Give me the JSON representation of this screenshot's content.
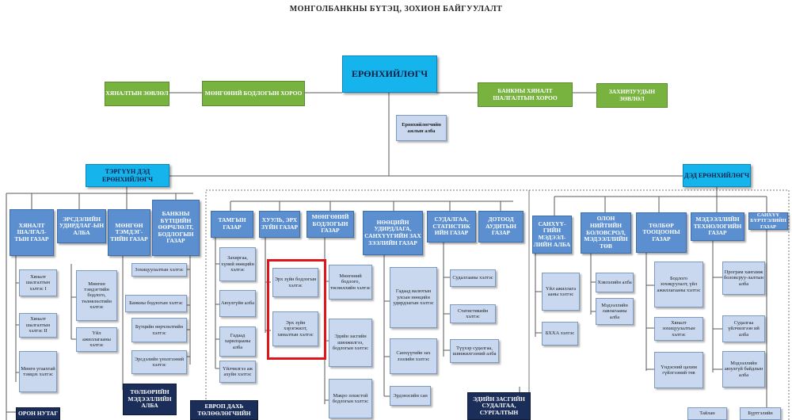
{
  "title": "МОНГОЛБАНКНЫ БҮТЭЦ, ЗОХИОН БАЙГУУЛАЛТ",
  "top": {
    "governor": "ЕРӨНХИЙЛӨГЧ",
    "governor_office": "Ерөнхийлөгчийн ажлын алба",
    "deputy_first": "ТЭРГҮҮН ДЭД ЕРӨНХИЙЛӨГЧ",
    "deputy": "ДЭД ЕРӨНХИЙЛӨГЧ"
  },
  "councils": {
    "audit": "ХЯНАЛТЫН ЗӨВЛӨЛ",
    "monetary": "МӨНГӨНИЙ БОДЛОГЫН ХОРОО",
    "supervision": "БАНКНЫ ХЯНАЛТ ШАЛГАЛТЫН ХОРОО",
    "management": "ЗАХИРЛУУДЫН ЗӨВЛӨЛ"
  },
  "left": {
    "d1": {
      "head": "ХЯНАЛТ ШАЛГАЛ-ТЫН ГАЗАР",
      "subs": [
        "Хяналт шалгалтын хэлтэс I",
        "Хяналт шалгалтын хэлтэс II",
        "Мөнгө угаахтай тэмцэх хэлтэс"
      ]
    },
    "d2": {
      "head": "ЭРСДЭЛИЙН УДИРДЛАГ-ЫН АЛБА"
    },
    "d3": {
      "head": "МӨНГӨН ТЭМДЭГ-ТИЙН ГАЗАР",
      "subs": [
        "Мөнгөн тэмдэгтийн бодлого, төлөвлөлтийн хэлтэс",
        "Үйл ажиллагааны хэлтэс"
      ]
    },
    "d4": {
      "head": "БАНКНЫ БҮТЦИЙН ӨӨРЧЛӨЛТ, БОДЛОГЫН ГАЗАР",
      "subs": [
        "Зохицуулалтын хэлтэс",
        "Банкны бодлогын хэлтэс",
        "Бүтцийн өөрчлөлтийн хэлтэс",
        "Эрсдэлийн үнэлгээний хэлтэс"
      ]
    },
    "d5": {
      "head": "ТӨЛБӨРИЙН МЭДЭЭЛЛИЙН АЛБА"
    },
    "d6": {
      "head": "ОРОН НУТАГ"
    }
  },
  "middle": {
    "t1": {
      "head": "ТАМГЫН ГАЗАР",
      "subs": [
        "Захиргаа, хүний нөөцийн хэлтэс",
        "Аюулгүйн алба",
        "Гадаад харилцааны алба",
        "Үйлчилгээ аж ахуйн хэлтэс"
      ]
    },
    "t2": {
      "head": "ХУУЛЬ, ЭРХ ЗҮЙН ГАЗАР",
      "subs": [
        "Эрх зүйн бодлогын хэлтэс",
        "Эрх зүйн хэрэгжилт, хяналтын хэлтэс"
      ]
    },
    "t3": {
      "head": "МӨНГӨНИЙ БОДЛОГЫН ГАЗАР",
      "subs": [
        "Мөнгөний бодлого, төсөөллийн хэлтэс",
        "Эдийн засгийн шинжилгээ, бодлогын хэлтэс",
        "Макро зохистой бодлогын хэлтэс"
      ]
    },
    "t4": {
      "head": "НӨӨЦИЙН УДИРДЛАГА, САНХҮҮГИЙН ЗАХ ЗЭЭЛИЙН ГАЗАР",
      "subs": [
        "Гадаад валютын улсын нөөцийн удирдлагын хэлтэс",
        "Санхүүгийн зах зээлийн хэлтэс",
        "Эрдэнэсийн сан"
      ]
    },
    "t5": {
      "head": "СУДАЛГАА, СТАТИСТИК ИЙН ГАЗАР",
      "subs": [
        "Судалгааны хэлтэс",
        "Статистикийн хэлтэс",
        "Түүхэр судалгаа, шинжилгээний алба"
      ]
    },
    "t6": {
      "head": "ДОТООД АУДИТЫН ГАЗАР"
    },
    "t7": {
      "head": "ЕВРОП ДАХЬ ТӨЛӨӨЛӨГЧИЙН"
    },
    "t8": {
      "head": "ЭДИЙН ЗАСГИЙН СУДАЛГАА, СУРГАЛТЫН"
    }
  },
  "right": {
    "r1": {
      "head": "САНХҮҮ-ГИЙН МЭДЭЭЛ-ЛИЙН АЛБА",
      "subs": [
        "Үйл ажиллага ааны хэлтэс",
        "БХХА хэлтэс"
      ]
    },
    "r2": {
      "head": "ОЛОН НИЙТИЙН БОЛОВСРОЛ, МЭДЭЭЛЛИЙН ТӨВ",
      "subs": [
        "Хэвлэлийн алба",
        "Мэдээллийн лавлагааны алба"
      ]
    },
    "r3": {
      "head": "ТӨЛБӨР ТООЦООНЫ ГАЗАР",
      "subs": [
        "Бодлого зохицуулалт, үйл ажиллагааны хэлтэс",
        "Хяналт зохицуулалтын хэлтэс",
        "Үндэсний цахим гүйлгээний төв"
      ]
    },
    "r4": {
      "head": "МЭДЭЭЛЛИЙН ТЕХНОЛОГИЙН ГАЗАР",
      "subs": [
        "Програм хангамж боловсруу-лалтын алба",
        "Судалгаа үйлчилгээн ий алба",
        "Мэдээллийн аюулгүй байдлын алба"
      ]
    },
    "r5": {
      "head": "САНХҮҮ БҮРТГЭЛИЙН ГАЗАР",
      "subs": [
        "Тайлан",
        "Бүртгэлийн"
      ]
    }
  }
}
